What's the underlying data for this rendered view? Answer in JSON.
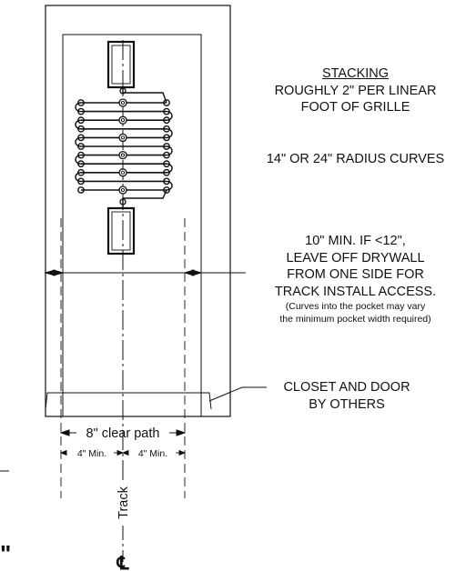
{
  "notes": {
    "stacking": {
      "heading": "STACKING",
      "line1": "ROUGHLY 2\" PER LINEAR",
      "line2": "FOOT OF GRILLE"
    },
    "radius": "14\" OR 24\" RADIUS CURVES",
    "pocket": {
      "line1": "10\" MIN. IF <12\",",
      "line2": "LEAVE OFF DRYWALL",
      "line3": "FROM ONE SIDE FOR",
      "line4": "TRACK INSTALL ACCESS.",
      "sub1": "(Curves into the pocket may vary",
      "sub2": "the minimum pocket width required)"
    },
    "closet": {
      "line1": "CLOSET AND DOOR",
      "line2": "BY OTHERS"
    }
  },
  "dimensions": {
    "clear_path": "8\" clear path",
    "left_min": "4\" Min.",
    "right_min": "4\" Min.",
    "track": "Track",
    "centerline": "℄",
    "edge_mark": "\""
  }
}
